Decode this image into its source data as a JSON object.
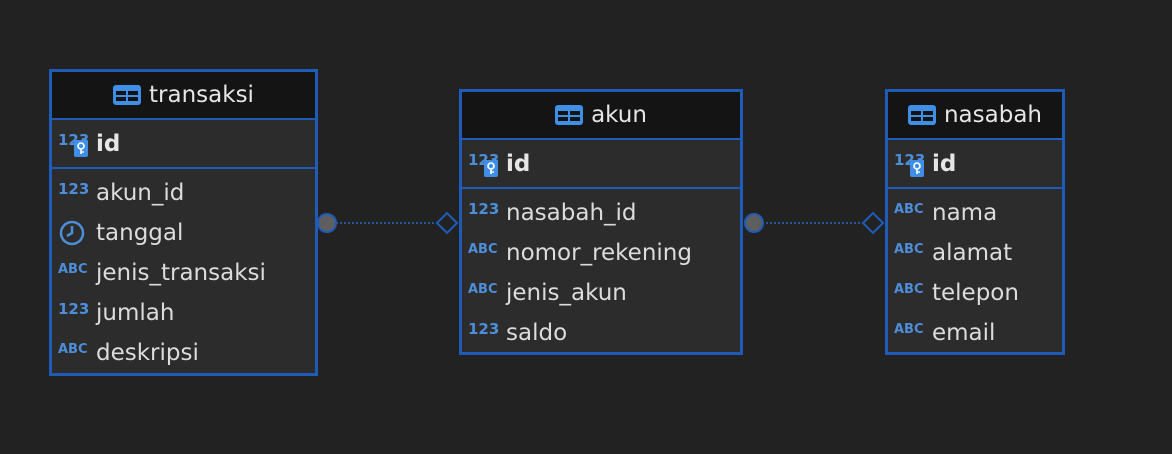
{
  "colors": {
    "background": "#222222",
    "entity_border": "#1f5cb8",
    "header_bg": "#141414",
    "body_bg": "#2c2c2c",
    "type_icon": "#4d8ed9",
    "connector": "#2a66c2"
  },
  "entities": {
    "transaksi": {
      "title": "transaksi",
      "pk": {
        "type": "123",
        "name": "id"
      },
      "columns": [
        {
          "type": "123",
          "name": "akun_id"
        },
        {
          "type": "clock-icon",
          "name": "tanggal"
        },
        {
          "type": "ABC",
          "name": "jenis_transaksi"
        },
        {
          "type": "123",
          "name": "jumlah"
        },
        {
          "type": "ABC",
          "name": "deskripsi"
        }
      ]
    },
    "akun": {
      "title": "akun",
      "pk": {
        "type": "123",
        "name": "id"
      },
      "columns": [
        {
          "type": "123",
          "name": "nasabah_id"
        },
        {
          "type": "ABC",
          "name": "nomor_rekening"
        },
        {
          "type": "ABC",
          "name": "jenis_akun"
        },
        {
          "type": "123",
          "name": "saldo"
        }
      ]
    },
    "nasabah": {
      "title": "nasabah",
      "pk": {
        "type": "123",
        "name": "id"
      },
      "columns": [
        {
          "type": "ABC",
          "name": "nama"
        },
        {
          "type": "ABC",
          "name": "alamat"
        },
        {
          "type": "ABC",
          "name": "telepon"
        },
        {
          "type": "ABC",
          "name": "email"
        }
      ]
    }
  },
  "relationships": [
    {
      "from": "transaksi",
      "to": "akun"
    },
    {
      "from": "akun",
      "to": "nasabah"
    }
  ]
}
